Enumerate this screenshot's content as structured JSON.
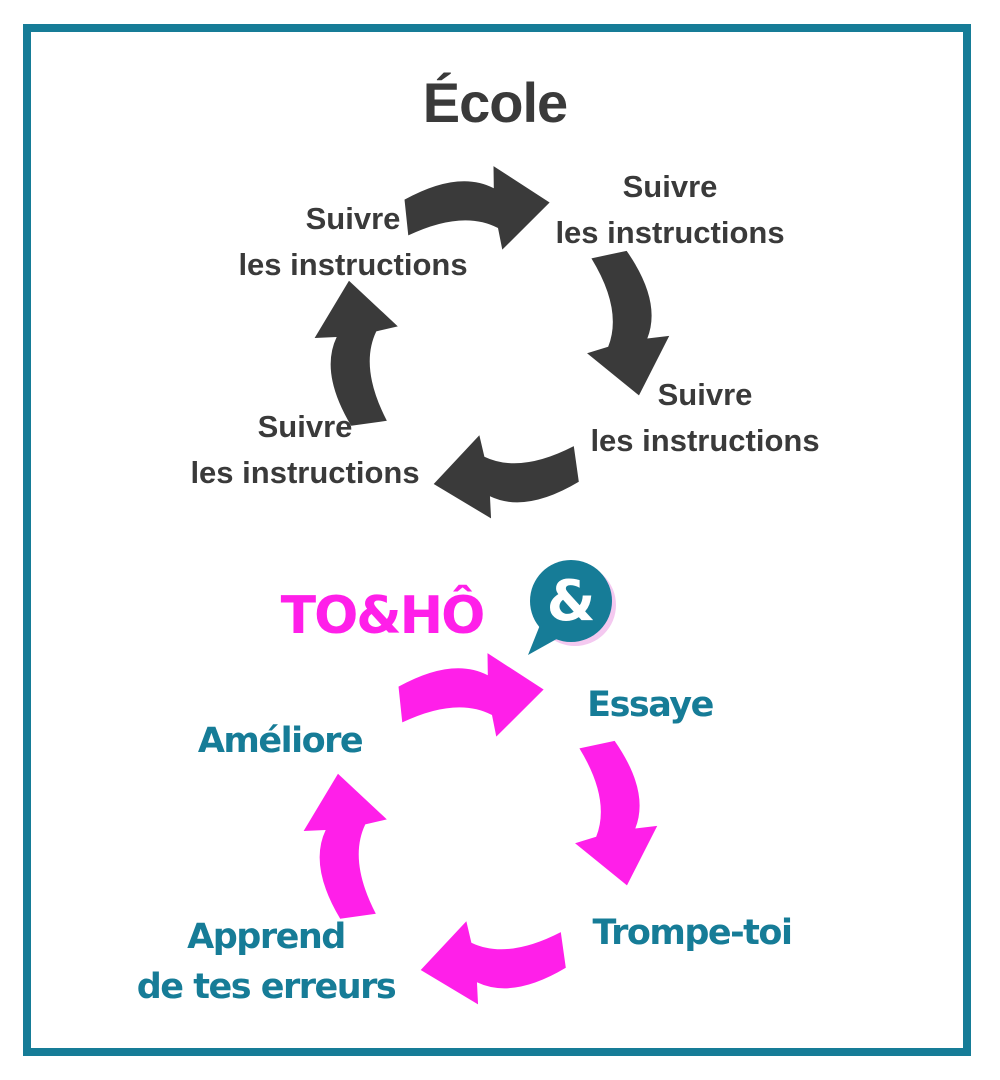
{
  "colors": {
    "frame": "#167c97",
    "dark": "#3a3a3a",
    "magenta": "#ff1fe9",
    "teal": "#167c97"
  },
  "ecole": {
    "title": "École",
    "steps": [
      {
        "line1": "Suivre",
        "line2": "les instructions"
      },
      {
        "line1": "Suivre",
        "line2": "les instructions"
      },
      {
        "line1": "Suivre",
        "line2": "les instructions"
      },
      {
        "line1": "Suivre",
        "line2": "les instructions"
      }
    ]
  },
  "tohu": {
    "brand": "TO&HÔ",
    "logo_glyph": "&",
    "logo_icon": "speech-bubble-ampersand-icon",
    "steps": [
      {
        "line1": "Essaye"
      },
      {
        "line1": "Trompe-toi"
      },
      {
        "line1": "Apprend",
        "line2": "de tes erreurs"
      },
      {
        "line1": "Améliore"
      }
    ]
  }
}
